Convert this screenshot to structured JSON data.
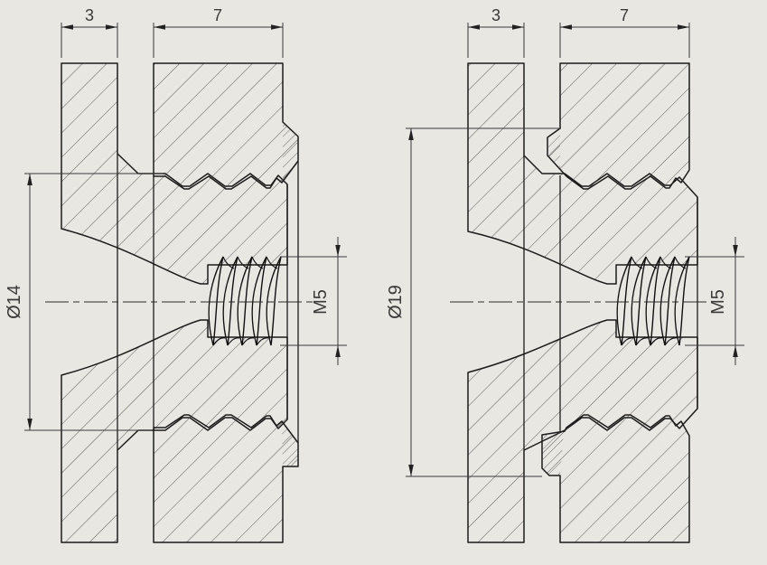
{
  "drawing": {
    "type": "engineering-section-drawing",
    "colors": {
      "background": "#e9e7e1",
      "line": "#1b1b1b",
      "dimension": "#3a3a3a"
    },
    "views": [
      {
        "label": "left-section-view",
        "dimensions": {
          "flange_width": "3",
          "body_width": "7",
          "outer_diameter": "Ø14",
          "thread_callout": "M5"
        }
      },
      {
        "label": "right-section-view",
        "dimensions": {
          "flange_width": "3",
          "body_width": "7",
          "outer_diameter": "Ø19",
          "thread_callout": "M5"
        }
      }
    ]
  }
}
